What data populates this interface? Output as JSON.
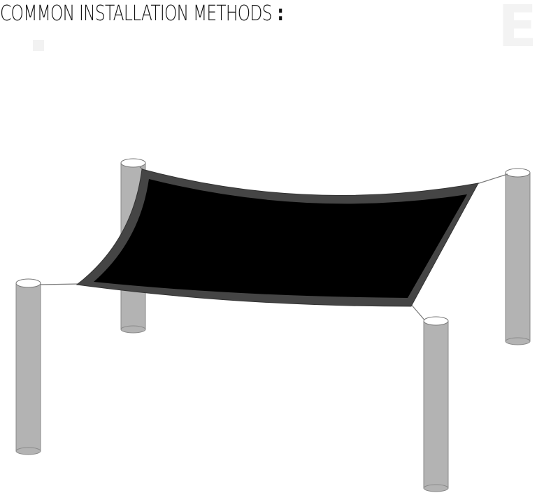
{
  "header": {
    "title": "COMMON INSTALLATION METHODS",
    "colon": ":"
  },
  "illustration": {
    "subject": "four-post shade sail installation",
    "posts": 4,
    "colors": {
      "post_fill": "#b3b3b3",
      "post_stroke": "#8a8a8a",
      "post_top": "#ffffff",
      "sail_fill": "#000000",
      "sail_border": "#454545",
      "rope": "#777777"
    }
  },
  "watermark": {
    "icon": "E"
  }
}
